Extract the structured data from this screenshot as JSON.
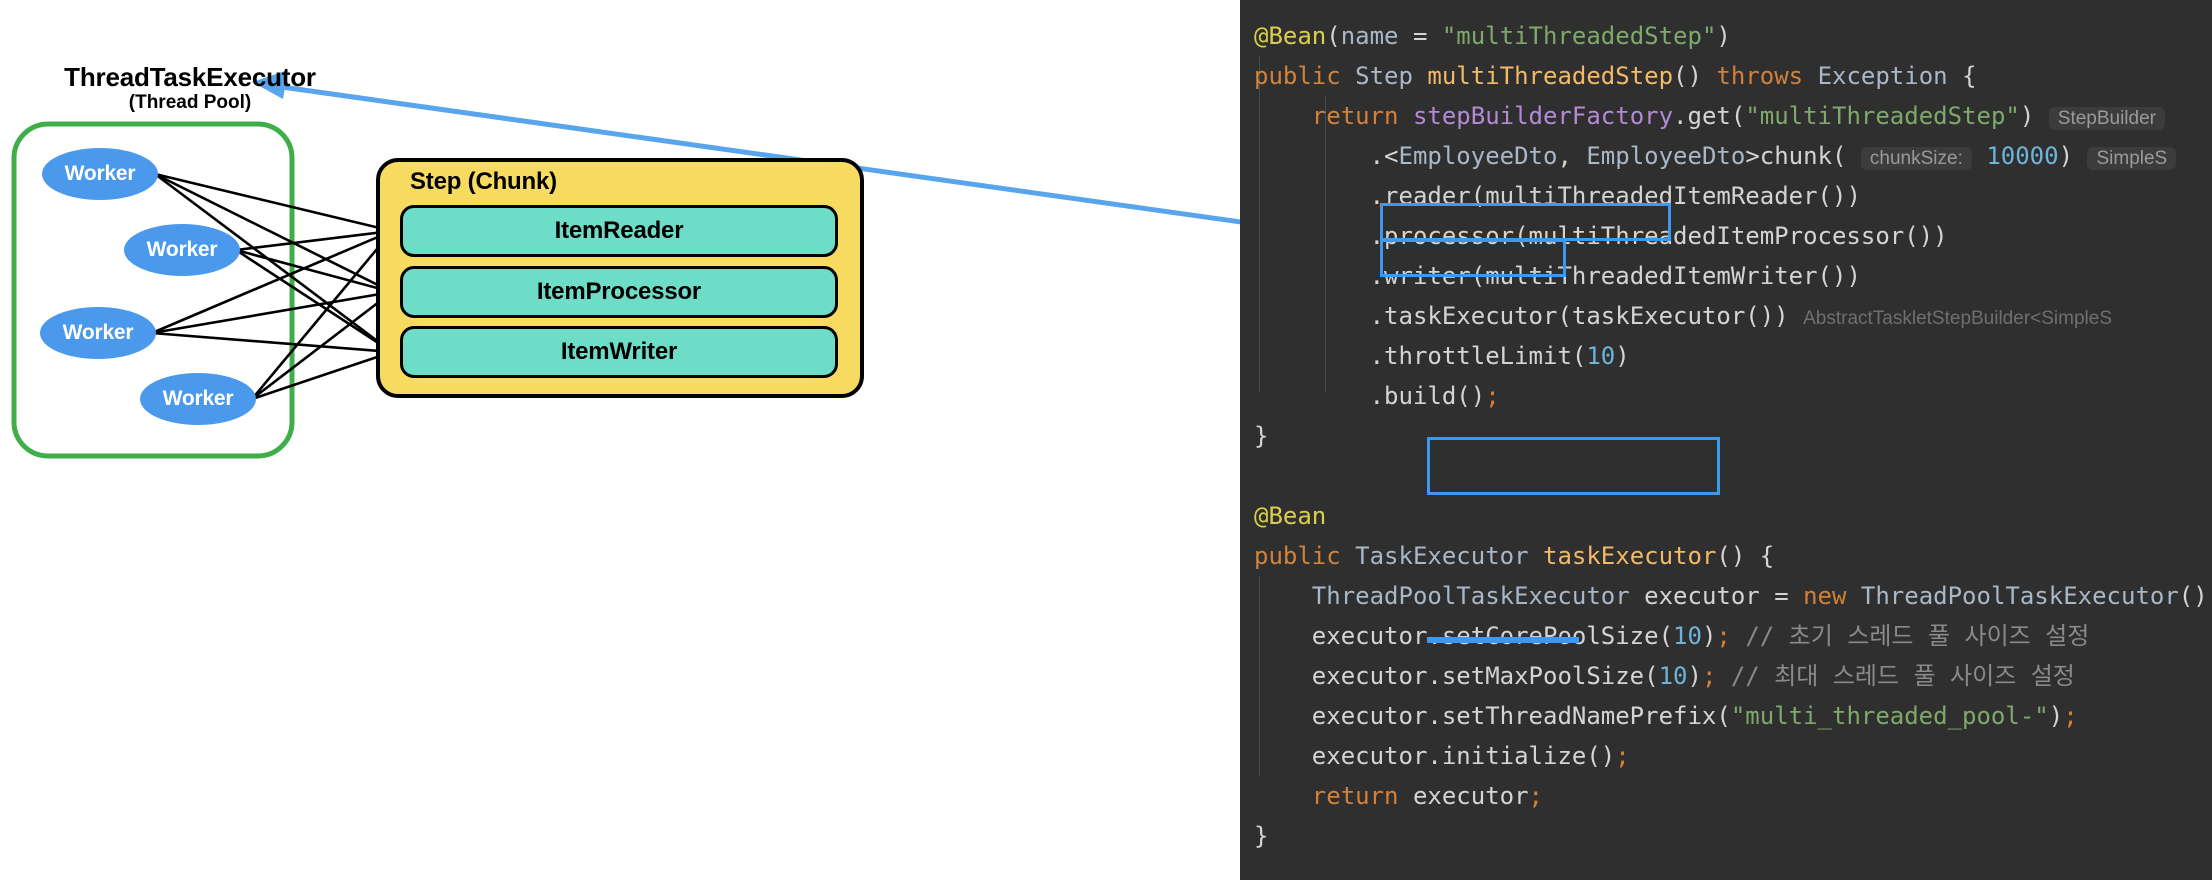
{
  "diagram": {
    "thread_pool": {
      "title": "ThreadTaskExecutor",
      "subtitle": "(Thread Pool)",
      "border_color": "#3fae49",
      "workers": [
        {
          "label": "Worker"
        },
        {
          "label": "Worker"
        },
        {
          "label": "Worker"
        },
        {
          "label": "Worker"
        }
      ],
      "worker_color": "#4a99ec"
    },
    "step": {
      "title": "Step (Chunk)",
      "box_color": "#f7da60",
      "items": [
        {
          "label": "ItemReader"
        },
        {
          "label": "ItemProcessor"
        },
        {
          "label": "ItemWriter"
        }
      ],
      "item_color": "#6eddc7"
    },
    "arrow_color": "#58a5ed"
  },
  "code": {
    "background": "#2f2f2f",
    "highlight_color": "#3d99ef",
    "lines": [
      {
        "id": "l1",
        "text": "@Bean(name = \"multiThreadedStep\")"
      },
      {
        "id": "l2",
        "text": "public Step multiThreadedStep() throws Exception {"
      },
      {
        "id": "l3",
        "text": "    return stepBuilderFactory.get(\"multiThreadedStep\")",
        "hint": "StepBuilder"
      },
      {
        "id": "l4",
        "text": "            .<EmployeeDto, EmployeeDto>chunk( chunkSize: 10000)",
        "hint": "SimpleS"
      },
      {
        "id": "l5",
        "text": "            .reader(multiThreadedItemReader())"
      },
      {
        "id": "l6",
        "text": "            .processor(multiThreadedItemProcessor())"
      },
      {
        "id": "l7",
        "text": "            .writer(multiThreadedItemWriter())"
      },
      {
        "id": "l8",
        "text": "            .taskExecutor(taskExecutor())",
        "hint": "AbstractTaskletStepBuilder<SimpleS"
      },
      {
        "id": "l9",
        "text": "            .throttleLimit(10)"
      },
      {
        "id": "l10",
        "text": "            .build();"
      },
      {
        "id": "l11",
        "text": "}"
      },
      {
        "id": "l12",
        "text": ""
      },
      {
        "id": "l13",
        "text": "@Bean"
      },
      {
        "id": "l14",
        "text": "public TaskExecutor taskExecutor() {"
      },
      {
        "id": "l15",
        "text": "    ThreadPoolTaskExecutor executor = new ThreadPoolTaskExecutor();"
      },
      {
        "id": "l16",
        "text": "    executor.setCorePoolSize(10); // 초기 스레드 풀 사이즈 설정"
      },
      {
        "id": "l17",
        "text": "    executor.setMaxPoolSize(10); // 최대 스레드 풀 사이즈 설정"
      },
      {
        "id": "l18",
        "text": "    executor.setThreadNamePrefix(\"multi_threaded_pool-\");"
      },
      {
        "id": "l19",
        "text": "    executor.initialize();"
      },
      {
        "id": "l20",
        "text": "    return executor;"
      },
      {
        "id": "l21",
        "text": "}"
      }
    ],
    "hints": {
      "step_builder": "StepBuilder",
      "chunk_size_label": "chunkSize:",
      "chunk_size_value": "10000",
      "simple_s": "SimpleS",
      "abstract_tasklet": "AbstractTaskletStepBuilder<SimpleS"
    },
    "comments": {
      "core_pool": "// 초기 스레드 풀 사이즈 설정",
      "max_pool": "// 최대 스레드 풀 사이즈 설정"
    },
    "highlighted": [
      "taskExecutor(taskExecutor())",
      "throttleLimit(10)",
      "executor.setCorePoolSize(10)",
      "executor.setMaxPoolSize(10);"
    ]
  }
}
